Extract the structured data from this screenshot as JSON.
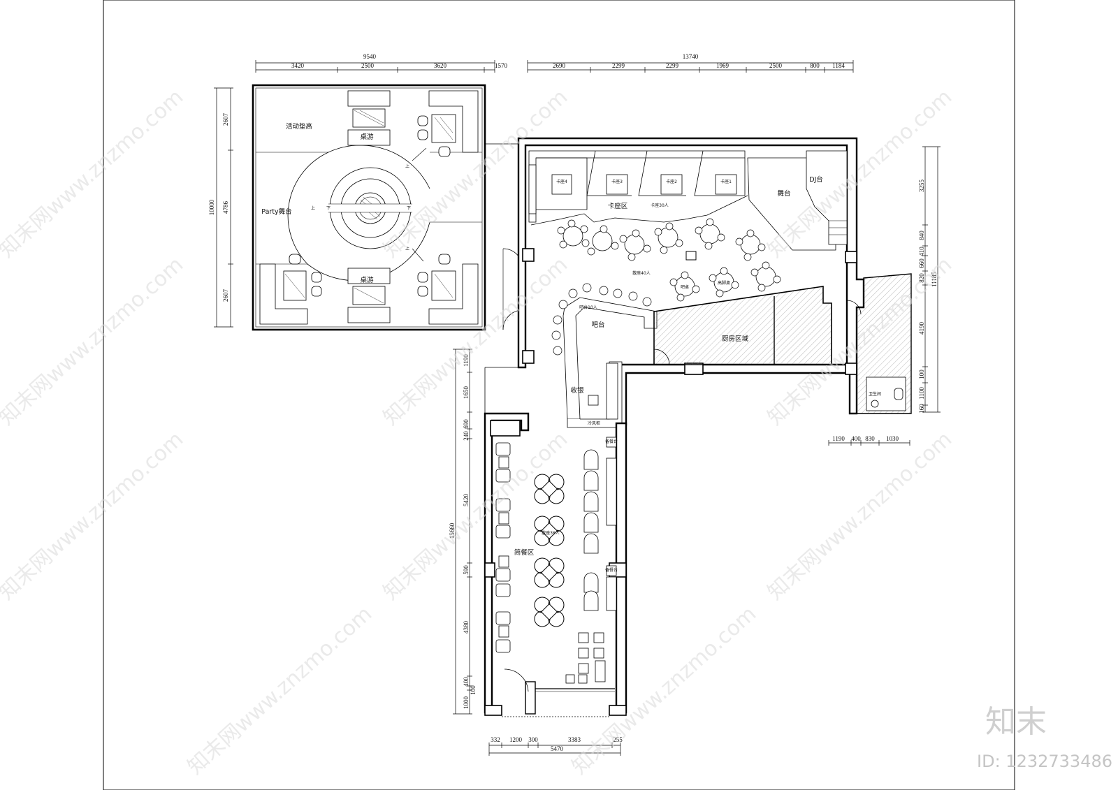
{
  "drawing": {
    "labels": {
      "activity_raised": "活动垫高",
      "board_game_top": "桌游",
      "party_stage": "Party舞台",
      "board_game_bottom": "桌游",
      "booth_area": "卡座区",
      "booth_capacity": "卡座30人",
      "stage": "舞台",
      "dj": "DJ台",
      "loose_seats": "散座40人",
      "bar_seats": "吧台10人",
      "bar": "吧台",
      "kitchen": "厨房区域",
      "cashier": "收银",
      "vestibule": "冷风柜",
      "toilet": "卫生间",
      "snack_area": "简餐区",
      "snack_seats": "散座36人",
      "booth_1": "卡座1",
      "booth_2": "卡座2",
      "booth_3": "卡座3",
      "booth_4": "卡座4",
      "prep_1": "备餐台",
      "prep_2": "备餐台",
      "up_1": "上",
      "up_2": "上",
      "up_3": "上",
      "down_1": "下",
      "down_2": "下",
      "high_table": "高脚桌",
      "bar_table": "吧桌"
    },
    "dims": {
      "top_left_total": "9540",
      "top_left_parts": [
        "3420",
        "2500",
        "3620",
        "1570"
      ],
      "top_right_total": "13740",
      "top_right_parts": [
        "2690",
        "2299",
        "2299",
        "1969",
        "2500",
        "800",
        "1184"
      ],
      "left_total": "10000",
      "left_parts": [
        "2607",
        "4786",
        "2607"
      ],
      "right_parts": [
        "3255",
        "840",
        "410",
        "660",
        "820"
      ],
      "right_total": "11185",
      "right_lower_parts": [
        "4190",
        "100",
        "1100",
        "160"
      ],
      "toilet_bottom": [
        "1190",
        "400",
        "830",
        "1030"
      ],
      "left_lower_parts": [
        "1190",
        "1650",
        "690",
        "240",
        "5420",
        "590",
        "4380",
        "400",
        "100",
        "1000"
      ],
      "left_lower_total": "15660",
      "bottom_parts": [
        "332",
        "1200",
        "300",
        "3383",
        "255"
      ],
      "bottom_total": "5470"
    },
    "watermark": {
      "text": "知末网www.znzmo.com",
      "logo": "知末",
      "id": "ID: 1232733486"
    }
  }
}
